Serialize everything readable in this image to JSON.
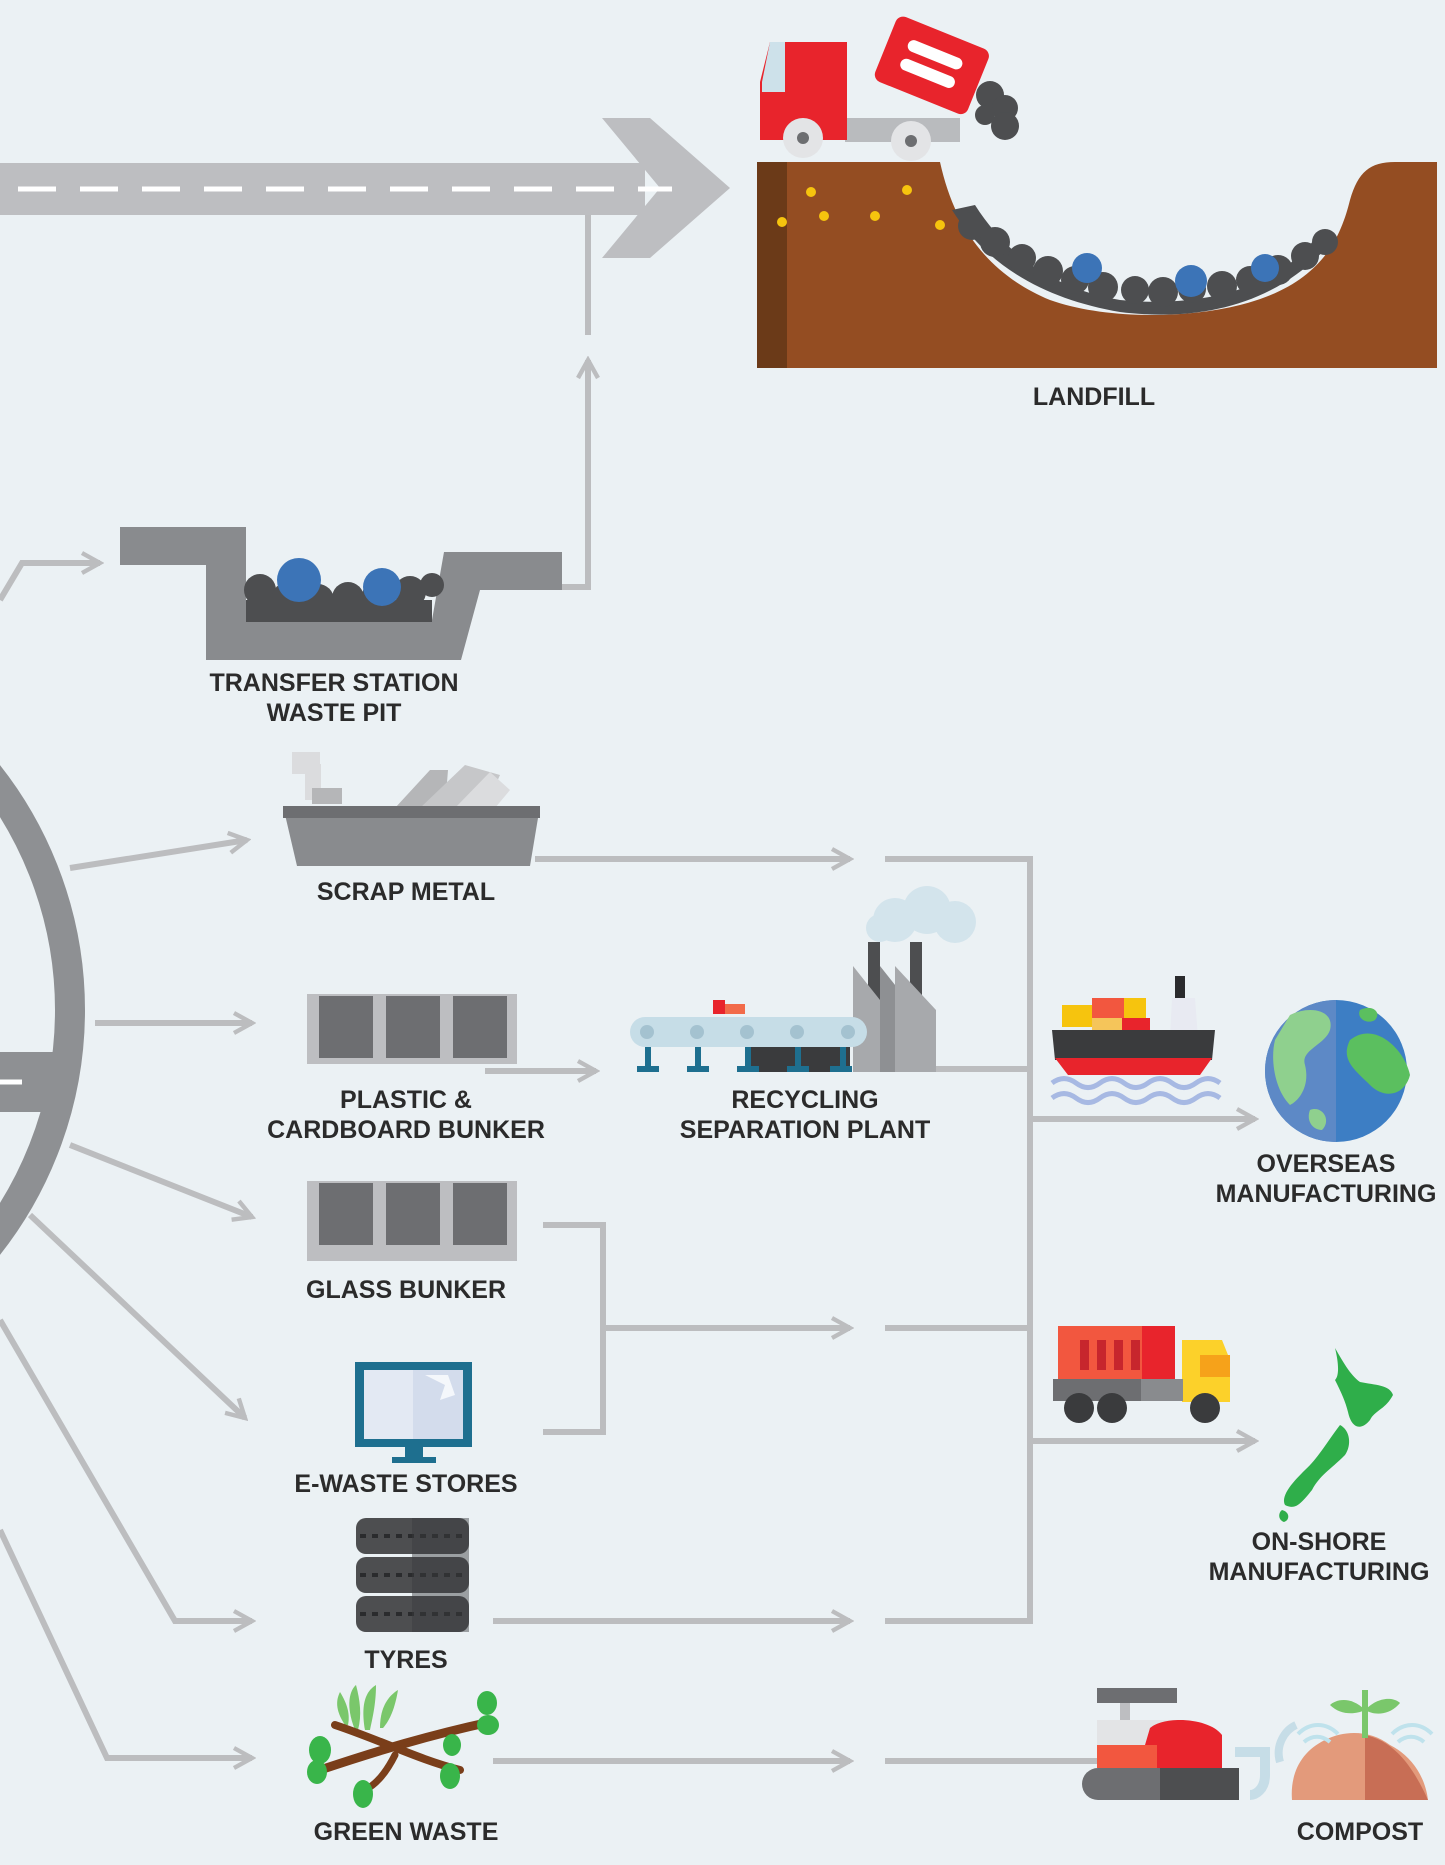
{
  "labels": {
    "landfill": "LANDFILL",
    "transfer_station": [
      "TRANSFER STATION",
      "WASTE PIT"
    ],
    "scrap_metal": "SCRAP METAL",
    "plastic_cardboard": [
      "PLASTIC &",
      "CARDBOARD BUNKER"
    ],
    "recycling_plant": [
      "RECYCLING",
      "SEPARATION PLANT"
    ],
    "overseas": [
      "OVERSEAS",
      "MANUFACTURING"
    ],
    "glass": "GLASS BUNKER",
    "ewaste": "E-WASTE STORES",
    "onshore": [
      "ON-SHORE",
      "MANUFACTURING"
    ],
    "tyres": "TYRES",
    "green_waste": "GREEN WASTE",
    "compost": "COMPOST"
  },
  "colors": {
    "background": "#ebf1f4",
    "road": "#bdbec1",
    "arrow": "#bcbdbf",
    "dirt": "#944d22",
    "dirt_dark": "#6b3a18",
    "bunker": "#898b8e",
    "rubbish": "#4d4e50",
    "bag_blue": "#3c74b7",
    "truck_red": "#e8242c",
    "nz_green": "#2fae4a",
    "ocean_blue": "#3d7ec4",
    "screen_blue": "#1e6f8f"
  }
}
